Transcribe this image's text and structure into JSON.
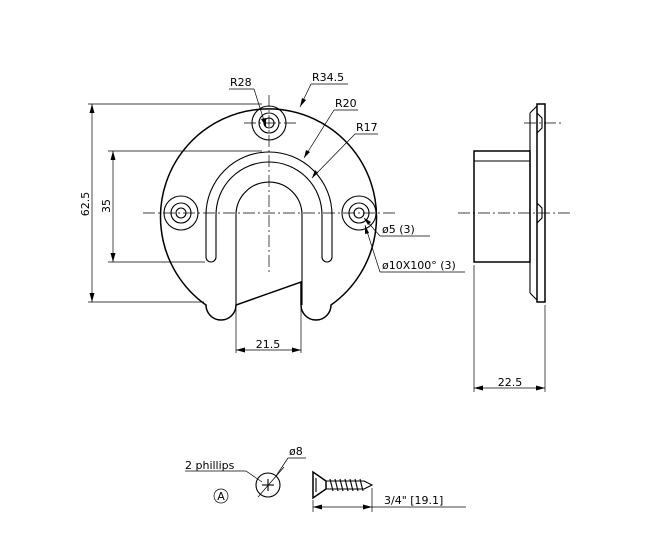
{
  "front_view": {
    "labels": {
      "r28": "R28",
      "r34_5": "R34.5",
      "r20": "R20",
      "r17": "R17",
      "hole": "ø5 (3)",
      "countersink": "ø10X100° (3)",
      "height_total": "62.5",
      "height_inner": "35",
      "slot_width": "21.5"
    }
  },
  "side_view": {
    "labels": {
      "depth": "22.5"
    }
  },
  "screw_detail": {
    "labels": {
      "drive": "2 phillips",
      "head_diameter": "ø8",
      "view_marker": "A",
      "length": "3/4\" [19.1]"
    }
  }
}
